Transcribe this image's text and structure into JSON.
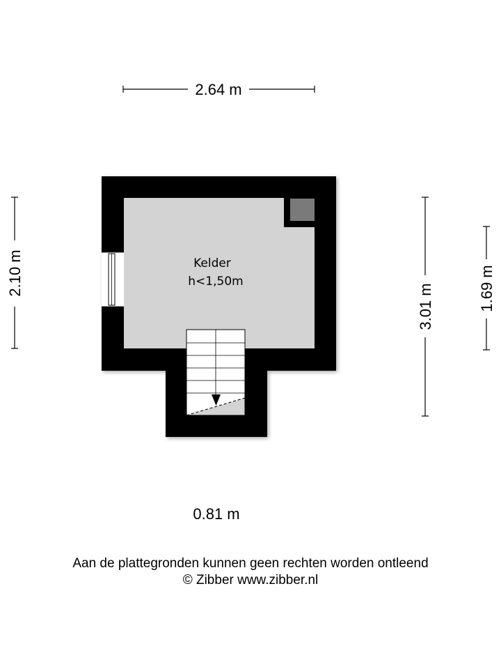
{
  "dimensions": {
    "top_width": "2.64 m",
    "left_height": "2.10 m",
    "right_height": "3.01 m",
    "far_right_height": "1.69 m",
    "bottom_width": "0.81 m"
  },
  "room": {
    "name": "Kelder",
    "height_note": "h<1,50m"
  },
  "footer": {
    "disclaimer": "Aan de plattegronden kunnen geen rechten worden ontleend",
    "copyright": "© Zibber www.zibber.nl"
  },
  "colors": {
    "wall": "#000000",
    "floor": "#d3d3d3",
    "chimney": "#7a7a7a",
    "stairs": "#ffffff",
    "text": "#000000"
  }
}
